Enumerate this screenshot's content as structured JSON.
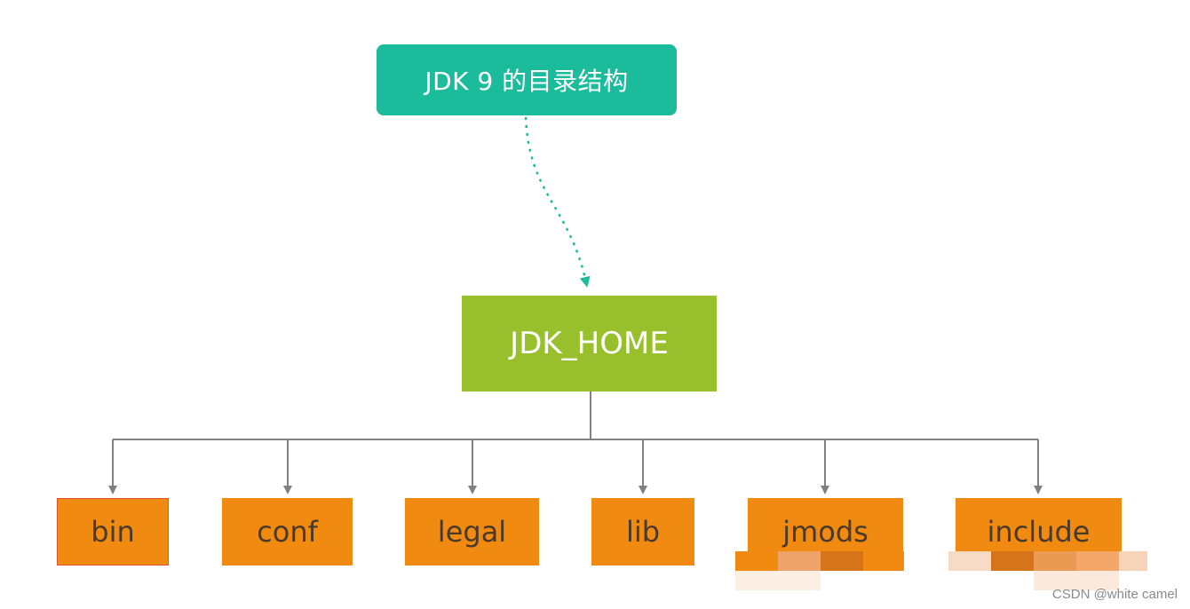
{
  "diagram": {
    "root": {
      "label": "JDK 9 的目录结构",
      "color": "#1bbc9b"
    },
    "home": {
      "label": "JDK_HOME",
      "color": "#98bf2c"
    },
    "leaves": [
      {
        "label": "bin"
      },
      {
        "label": "conf"
      },
      {
        "label": "legal"
      },
      {
        "label": "lib"
      },
      {
        "label": "jmods"
      },
      {
        "label": "include"
      }
    ],
    "leaf_color": "#f18a10",
    "connector_color": "#808080",
    "dotted_color": "#1bbc9b"
  },
  "watermark": "CSDN @white camel"
}
